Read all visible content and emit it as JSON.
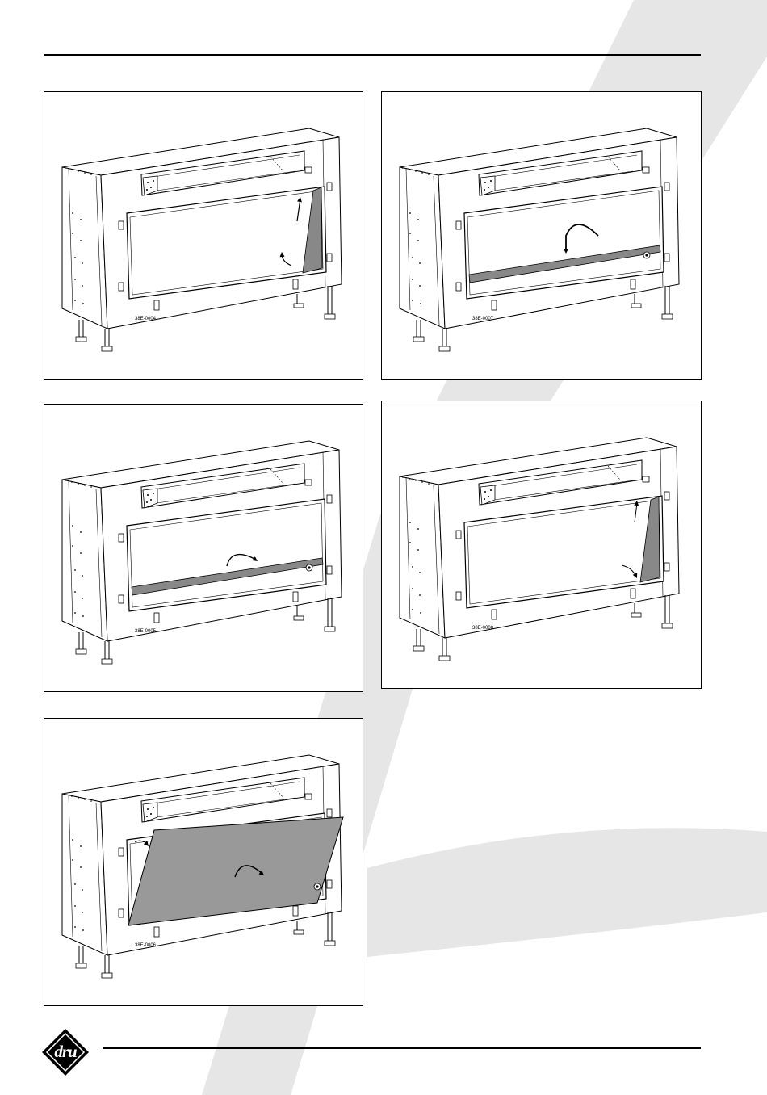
{
  "brand": {
    "logo_text": "dru"
  },
  "figures": [
    {
      "id": "fig-1",
      "code": "38E-0004",
      "variant": "side-strip"
    },
    {
      "id": "fig-2",
      "code": "38E-0007",
      "variant": "bottom-strip-down"
    },
    {
      "id": "fig-3",
      "code": "38E-0005",
      "variant": "bottom-strip"
    },
    {
      "id": "fig-4",
      "code": "38E-0008",
      "variant": "side-strip-small"
    },
    {
      "id": "fig-5",
      "code": "38E-0006",
      "variant": "glass-panel"
    }
  ]
}
